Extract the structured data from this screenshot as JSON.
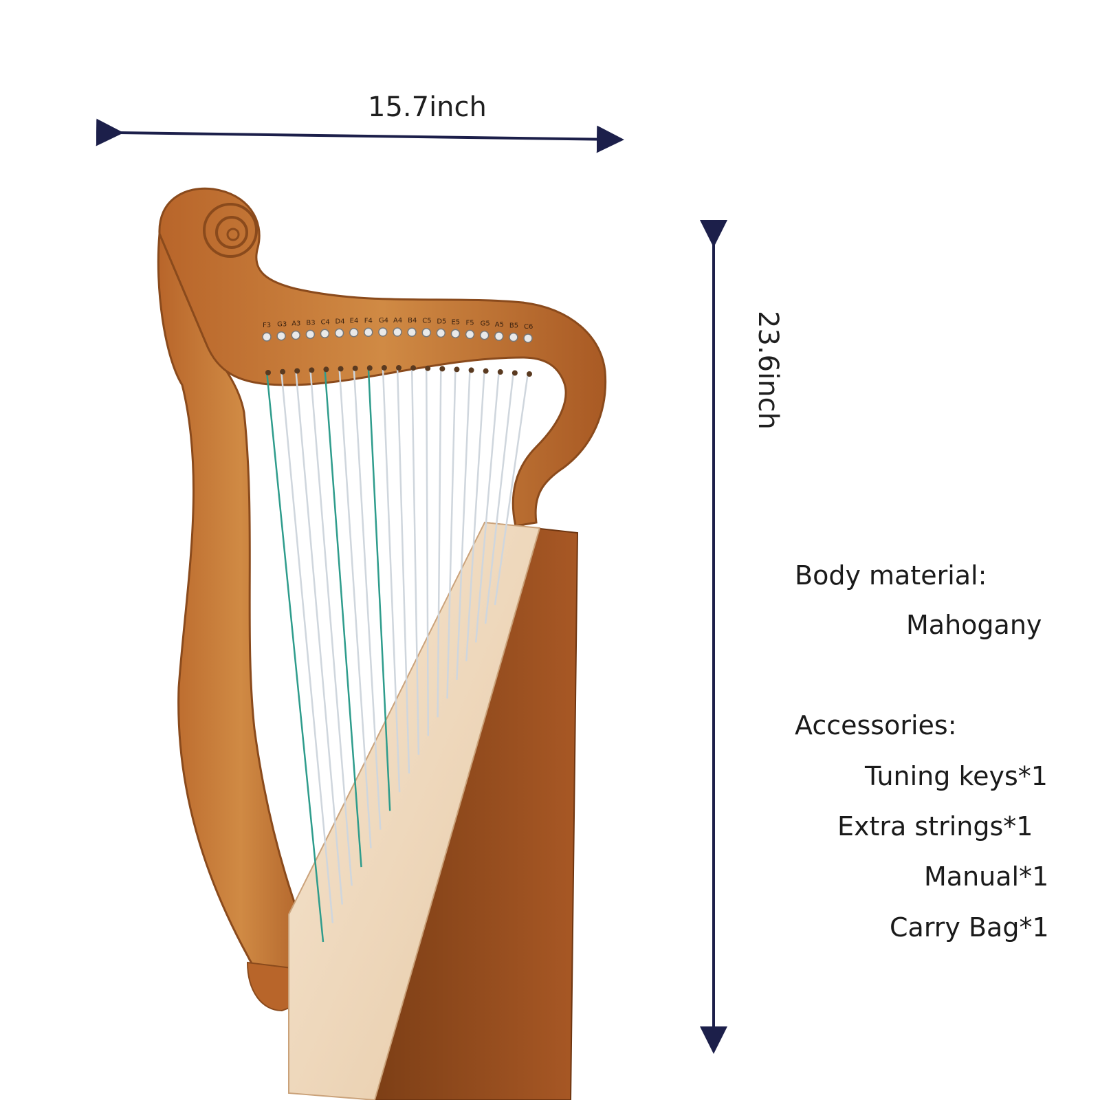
{
  "dimensions": {
    "width": "15.7inch",
    "height": "23.6inch"
  },
  "specs": {
    "material_heading": "Body material:",
    "material_value": "Mahogany",
    "accessories_heading": "Accessories:",
    "accessories": [
      "Tuning keys*1",
      "Extra strings*1",
      "Manual*1",
      "Carry Bag*1"
    ]
  },
  "note_labels": [
    "F3",
    "G3",
    "A3",
    "B3",
    "C4",
    "D4",
    "E4",
    "F4",
    "G4",
    "A4",
    "B4",
    "C5",
    "D5",
    "E5",
    "F5",
    "G5",
    "A5",
    "B5",
    "C6"
  ],
  "colors": {
    "wood_light": "#c9762f",
    "wood_dark": "#8a4a1c",
    "soundboard": "#f1dcc2",
    "arrow": "#1c1f4a",
    "string_silver": "#cfd6dd",
    "string_green": "#2e9c8c"
  }
}
